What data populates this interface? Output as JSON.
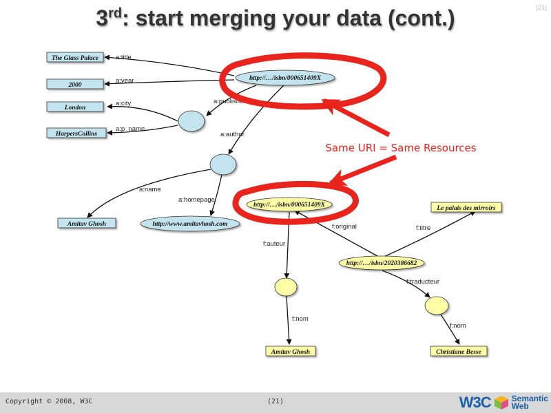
{
  "slide": {
    "title_prefix": "3",
    "title_sup": "rd",
    "title_rest": ": start merging your data (cont.)",
    "corner_page": "(21)"
  },
  "diagram": {
    "nodes": {
      "glass_palace": "The Glass Palace",
      "year_2000": "2000",
      "london": "London",
      "harpers": "HarpersCollins",
      "uri_top": "http://…/isbn/000651409X",
      "amitav_top": "Amitav Ghosh",
      "homepage": "http://www.amitavhosh.com",
      "uri_mid": "http://…/isbn/000651409X",
      "palais": "Le palais des mirroirs",
      "uri_fr": "http://…/isbn/2020386682",
      "amitav_bottom": "Amitav Ghosh",
      "christiane": "Christiane Besse"
    },
    "edges": {
      "title": "a:title",
      "year": "a:year",
      "city": "a:city",
      "p_name": "a:p_name",
      "publisher": "a:publisher",
      "author": "a:author",
      "name": "a:name",
      "homepage": "a:homepage",
      "auteur": "f:auteur",
      "original": "f:original",
      "titre": "f:titre",
      "nom1": "f:nom",
      "traducteur": "f:traducteur",
      "nom2": "f:nom"
    },
    "annotation": "Same URI = Same Resources",
    "colors": {
      "highlight": "#e8241c",
      "blue_fill": "#c3e4ef",
      "yellow_fill": "#ffffa8",
      "annotation": "#e8241c"
    }
  },
  "footer": {
    "copyright": "Copyright © 2008, W3C",
    "page": "(21)",
    "logo_w3c": "W3C",
    "logo_sw_line1": "Semantic",
    "logo_sw_line2": "Web"
  }
}
